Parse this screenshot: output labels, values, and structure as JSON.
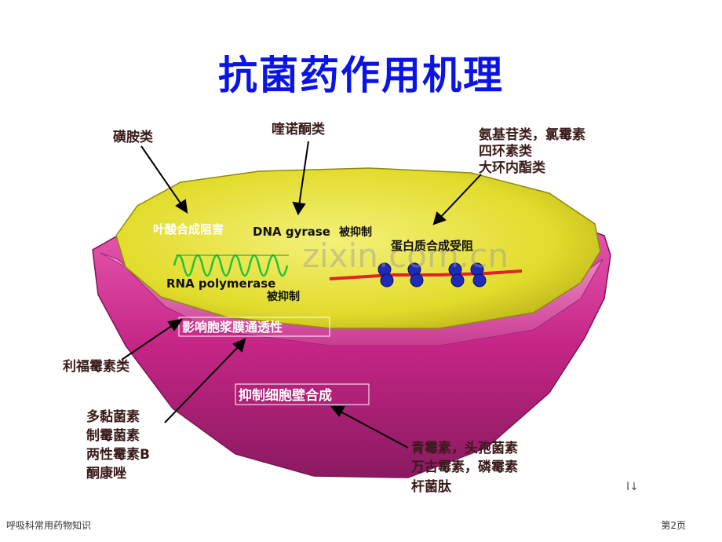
{
  "title": "抗菌药作用机理",
  "watermark": "zixin.com.cn",
  "colors": {
    "title": "#0a14e6",
    "outer_shell": "#cc2a8a",
    "inner_cell": "#e6e032",
    "helix": "#22c23a",
    "chain": "#e0222a",
    "ribosome": "#1e2ab8"
  },
  "callouts": {
    "sulfonamide": "磺胺类",
    "quinolone": "喹诺酮类",
    "ribosome_drugs": [
      "氨基苷类，氯霉素",
      "四环素类",
      "大环内酯类"
    ],
    "rifamycin": "利福霉素类",
    "membrane_drugs": [
      "多黏菌素",
      "制霉菌素",
      "两性霉素B",
      "酮康唑"
    ],
    "cellwall_drugs": [
      "青霉素，头孢菌素",
      "万古霉素，磷霉素",
      "杆菌肽"
    ]
  },
  "inner_labels": {
    "folate": "叶酸合成阻害",
    "dna_gyrase": "DNA gyrase",
    "dna_inhibited": "被抑制",
    "protein": "蛋白质合成受阻",
    "rna_pol": "RNA polymerase",
    "rna_inhibited": "被抑制",
    "membrane": "影响胞浆膜通透性",
    "cell_wall": "抑制细胞壁合成"
  },
  "footer": {
    "left": "呼吸科常用药物知识",
    "right": "第2页"
  },
  "cursor_mark": "I↓"
}
